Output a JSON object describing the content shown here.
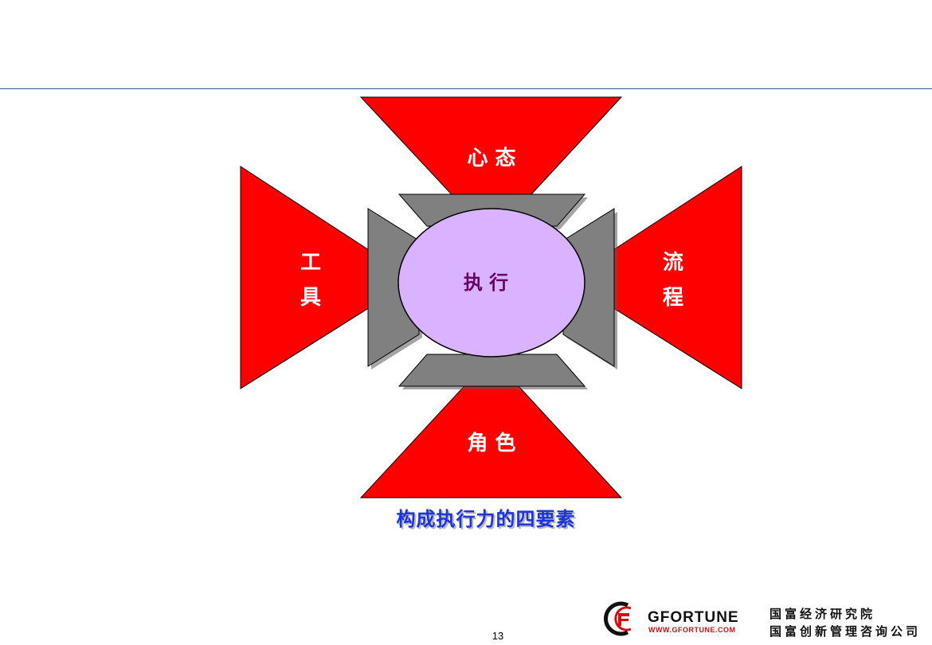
{
  "diagram": {
    "center_label": "执 行",
    "top_label": "心 态",
    "bottom_label": "角 色",
    "left_label": [
      "工",
      "具"
    ],
    "right_label": [
      "流",
      "程"
    ],
    "caption": "构成执行力的四要素"
  },
  "footer": {
    "page_number": "13",
    "logo_name": "GFORTUNE",
    "logo_url": "WWW.GFORTUNE.COM",
    "org_line_1": "国富经济研究院",
    "org_line_2": "国富创新管理咨询公司"
  },
  "colors": {
    "red": "#ff0000",
    "gray": "#808080",
    "ellipse_fill": "#d9b3ff",
    "center_text": "#660066",
    "caption": "#1d35d8",
    "rule": "#2f5597"
  }
}
